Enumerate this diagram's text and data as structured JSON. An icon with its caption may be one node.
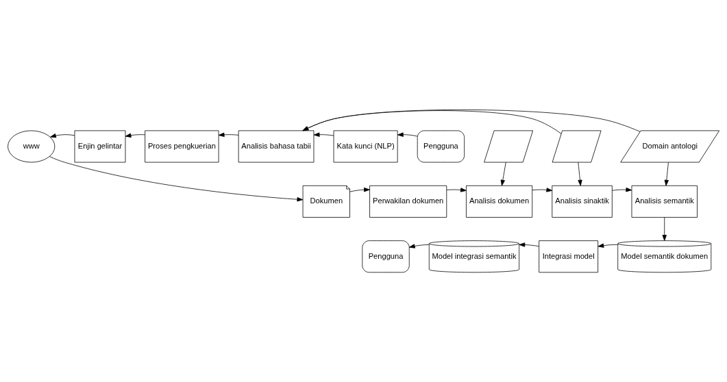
{
  "diagram": {
    "nodes": [
      {
        "text": [
          "www"
        ]
      },
      {
        "text": [
          "Enjin gelintar"
        ]
      },
      {
        "text": [
          "Proses pengkuerian"
        ]
      },
      {
        "text": [
          "Analisis bahasa tabii"
        ]
      },
      {
        "text": [
          "Kata kunci (NLP)"
        ]
      },
      {
        "text": [
          "Pengguna"
        ]
      },
      {
        "text": [],
        "shape": "parallelogram"
      },
      {
        "text": [],
        "shape": "parallelogram"
      },
      {
        "text": [
          "Domain antologi"
        ]
      },
      {
        "text": [
          "Dokumen"
        ]
      },
      {
        "text": [
          "Perwakilan dokumen"
        ]
      },
      {
        "text": [
          "Analisis dokumen"
        ]
      },
      {
        "text": [
          "Analisis sinaktik"
        ]
      },
      {
        "text": [
          "Analisis semantik"
        ]
      },
      {
        "text": [
          "Model semantik dokumen"
        ]
      },
      {
        "text": [
          "Integrasi model"
        ]
      },
      {
        "text": [
          "Model integrasi semantik"
        ]
      },
      {
        "text": [
          "Pengguna"
        ]
      }
    ],
    "edges": [
      {
        "from": 5,
        "to": 4,
        "arrow": "to"
      },
      {
        "from": 4,
        "to": 3,
        "arrow": "to"
      },
      {
        "from": 3,
        "to": 2,
        "arrow": "to"
      },
      {
        "from": 2,
        "to": 1,
        "arrow": "to"
      },
      {
        "from": 1,
        "to": 0,
        "arrow": "to"
      },
      {
        "from": 0,
        "to": 9,
        "arrow": "to"
      },
      {
        "from": 6,
        "to": 11,
        "arrow": "to"
      },
      {
        "from": 7,
        "to": 3,
        "arrow": "to"
      },
      {
        "from": 7,
        "to": 12,
        "arrow": "to"
      },
      {
        "from": 8,
        "to": 3,
        "arrow": "to"
      },
      {
        "from": 8,
        "to": 13,
        "arrow": "to"
      },
      {
        "from": 9,
        "to": 10,
        "arrow": "to"
      },
      {
        "from": 10,
        "to": 11,
        "arrow": "to"
      },
      {
        "from": 11,
        "to": 12,
        "arrow": "to"
      },
      {
        "from": 12,
        "to": 13,
        "arrow": "to"
      },
      {
        "from": 13,
        "to": 14,
        "arrow": "to"
      },
      {
        "from": 14,
        "to": 15,
        "arrow": "to"
      },
      {
        "from": 15,
        "to": 16,
        "arrow": "to"
      },
      {
        "from": 16,
        "to": 17,
        "arrow": "to"
      }
    ]
  }
}
